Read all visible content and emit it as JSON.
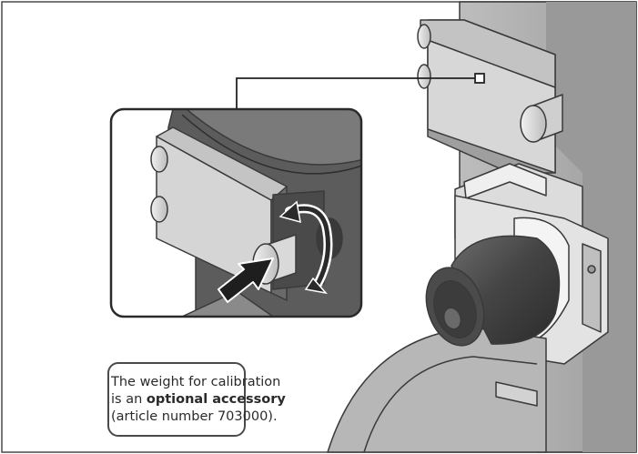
{
  "caption": {
    "line1": "The weight for calibration",
    "line2_prefix": "is an ",
    "line2_bold": "optional accessory",
    "line3": "(article number 703000)."
  },
  "icons": {
    "push_arrow": "arrow-push-icon",
    "rotate_arrow": "arrow-rotate-icon"
  },
  "colors": {
    "outline": "#3a3a3a",
    "housing_light": "#c9c9c9",
    "housing_mid": "#a9a9a9",
    "housing_dark": "#5d5d5d",
    "weight_dark": "#3a3a3a",
    "frame_border": "#4a4a4a"
  }
}
